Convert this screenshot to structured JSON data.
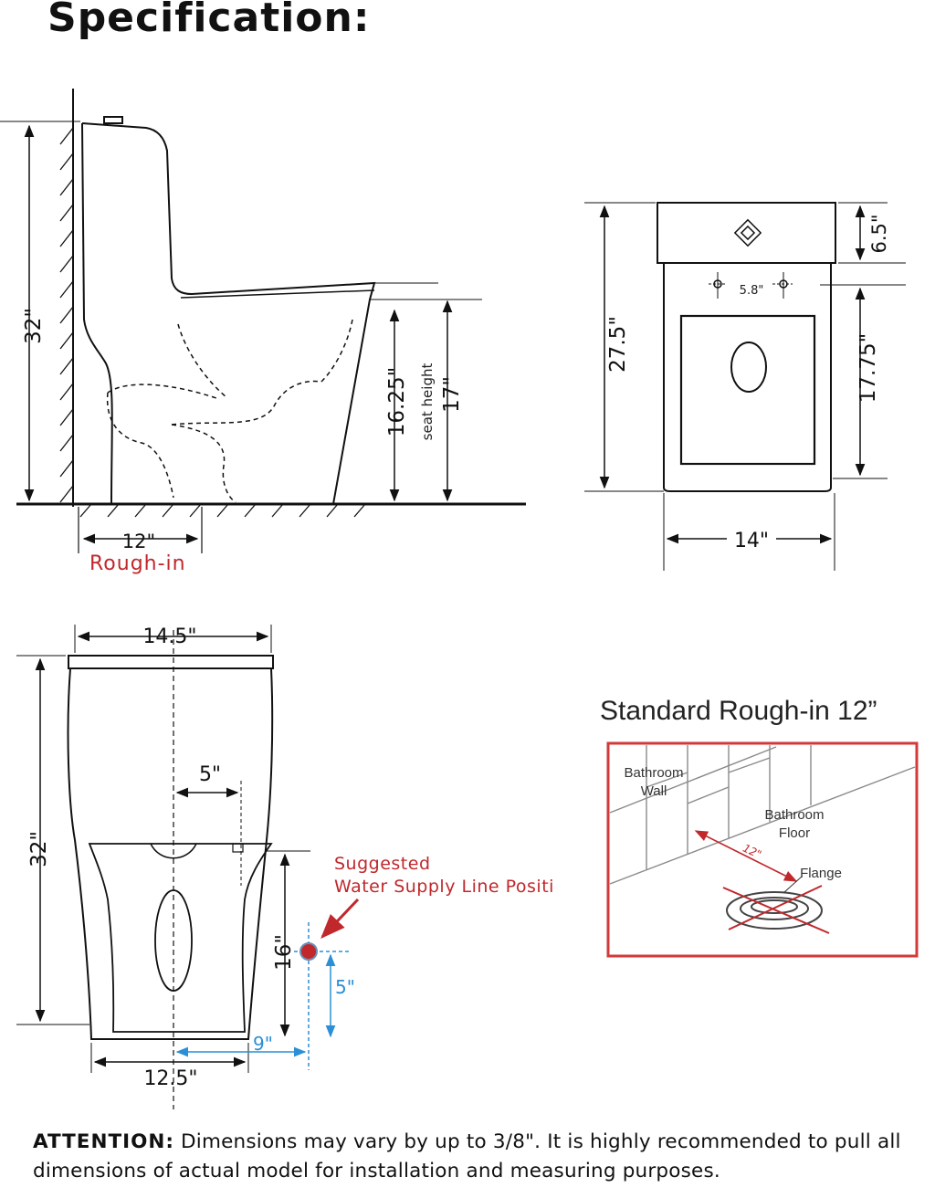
{
  "title": "Specification:",
  "side_view": {
    "height": "32\"",
    "seat_height_label": "seat height",
    "seat_dim_a": "16.25\"",
    "seat_dim_b": "17\"",
    "rough_in_dim": "12\"",
    "rough_in_label": "Rough-in"
  },
  "top_view": {
    "length": "27.5\"",
    "tank_depth": "6.5\"",
    "hole_spacing": "5.8\"",
    "bowl_length": "17.75\"",
    "width": "14\""
  },
  "front_view": {
    "top_width": "14.5\"",
    "height": "32\"",
    "offset": "5\"",
    "supply_height": "16\"",
    "supply_drop": "5\"",
    "supply_offset": "9\"",
    "base_width": "12.5\"",
    "supply_label_line1": "Suggested",
    "supply_label_line2": "Water Supply Line Positi"
  },
  "rough_in_inset": {
    "title": "Standard Rough-in 12”",
    "wall_label_line1": "Bathroom",
    "wall_label_line2": "Wall",
    "floor_label_line1": "Bathroom",
    "floor_label_line2": "Floor",
    "distance": "12\"",
    "flange_label": "Flange"
  },
  "attention": {
    "label": "ATTENTION:",
    "text": " Dimensions may vary by up to 3/8\". It is highly recommended to pull all dimensions of actual model for installation and measuring purposes."
  },
  "colors": {
    "ink": "#111111",
    "red": "#c0282b",
    "blue": "#2a8fd6",
    "inset_border": "#d23a3a"
  }
}
